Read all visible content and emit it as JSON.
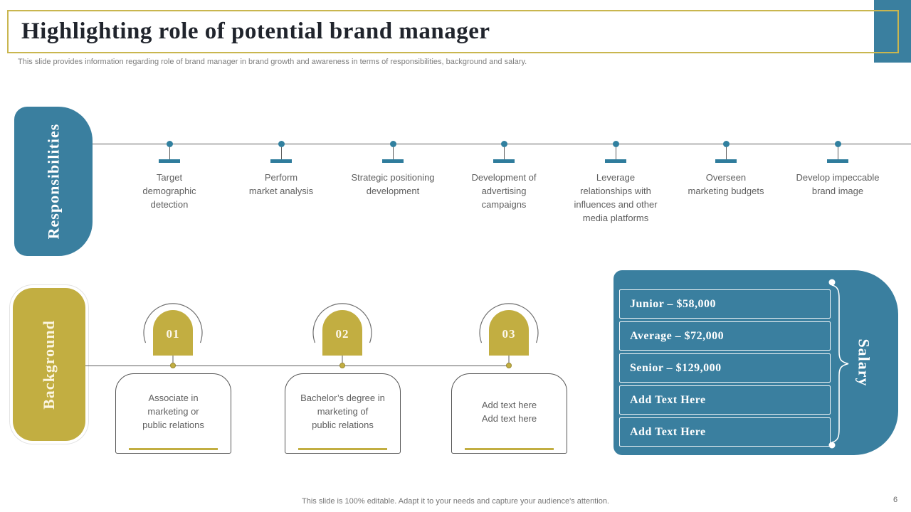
{
  "slide": {
    "title": "Highlighting role of potential brand manager",
    "subtitle": "This slide provides information regarding role of brand manager in brand growth and awareness in terms of responsibilities, background and salary.",
    "footer": "This slide is 100% editable. Adapt it to your needs and capture your audience's attention.",
    "page_number": "6"
  },
  "colors": {
    "teal_accent": "#3A7F9F",
    "gold_accent": "#C2AE41",
    "title_border_gold": "#C9B64F",
    "body_text_grey": "#5F5F5F"
  },
  "responsibilities": {
    "label": "Responsibilities",
    "items": [
      {
        "text": "Target\ndemographic\ndetection"
      },
      {
        "text": "Perform\nmarket analysis"
      },
      {
        "text": "Strategic positioning\ndevelopment"
      },
      {
        "text": "Development of\nadvertising\ncampaigns"
      },
      {
        "text": "Leverage\nrelationships with\ninfluences and other\nmedia platforms"
      },
      {
        "text": "Overseen\nmarketing budgets"
      },
      {
        "text": "Develop impeccable\nbrand image"
      }
    ]
  },
  "background": {
    "label": "Background",
    "items": [
      {
        "number": "01",
        "text": "Associate in\nmarketing or\npublic relations"
      },
      {
        "number": "02",
        "text": "Bachelor’s degree in\nmarketing of\npublic relations"
      },
      {
        "number": "03",
        "text": "Add text here\nAdd text here"
      }
    ]
  },
  "salary": {
    "label": "Salary",
    "rows": [
      "Junior – $58,000",
      "Average – $72,000",
      "Senior – $129,000",
      "Add Text Here",
      "Add Text Here"
    ]
  }
}
